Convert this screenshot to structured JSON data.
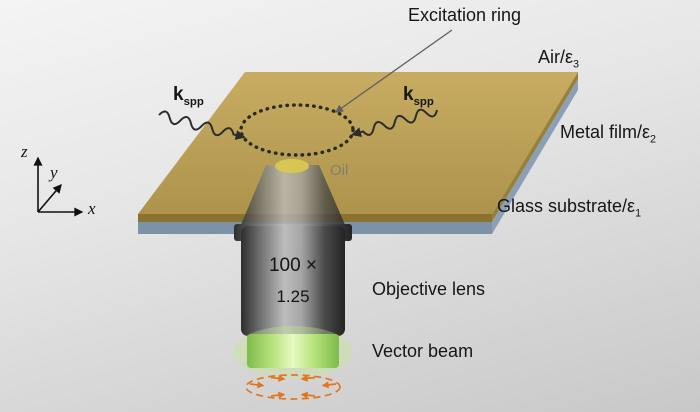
{
  "figure": {
    "excitation_ring_label": "Excitation ring",
    "air_label": {
      "base": "Air/ε",
      "sub": "3"
    },
    "metal_film_label": {
      "base": "Metal film/ε",
      "sub": "2"
    },
    "glass_substrate_label": {
      "base": "Glass substrate/ε",
      "sub": "1"
    },
    "kspp_left": {
      "base": "k",
      "sub": "spp"
    },
    "kspp_right": {
      "base": "k",
      "sub": "spp"
    },
    "oil_label": "Oil",
    "objective": {
      "magnification": "100 ×",
      "numerical_aperture": "1.25",
      "label": "Objective lens"
    },
    "vector_beam_label": "Vector beam",
    "axes": {
      "x": "x",
      "y": "y",
      "z": "z"
    },
    "colors": {
      "metal_film_top": "#b89d53",
      "metal_film_edge": "#8a7331",
      "glass_substrate": "#7d91a7",
      "objective_gray": "#4e4e4e",
      "vector_beam_green": "#bce683",
      "polarization_orange": "#e2761f",
      "background": "#dcdcdc"
    }
  }
}
